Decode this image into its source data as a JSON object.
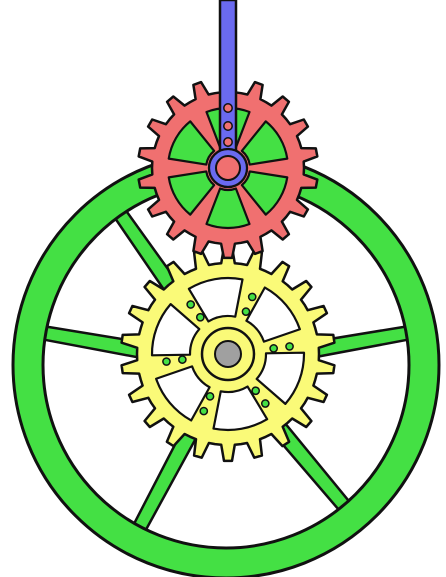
{
  "colors": {
    "background": "#ffffff",
    "outline": "#111111",
    "wheel": "#44e044",
    "rack": "#6a6af0",
    "upper_gear": "#f07070",
    "lower_gear": "#fafa78",
    "hub": "#a0a0a0"
  },
  "icons": {
    "rack": "vertical-rack-bar",
    "upper_gear": "red-spur-gear",
    "lower_gear": "yellow-spur-gear",
    "wheel": "green-spoked-wheel"
  }
}
